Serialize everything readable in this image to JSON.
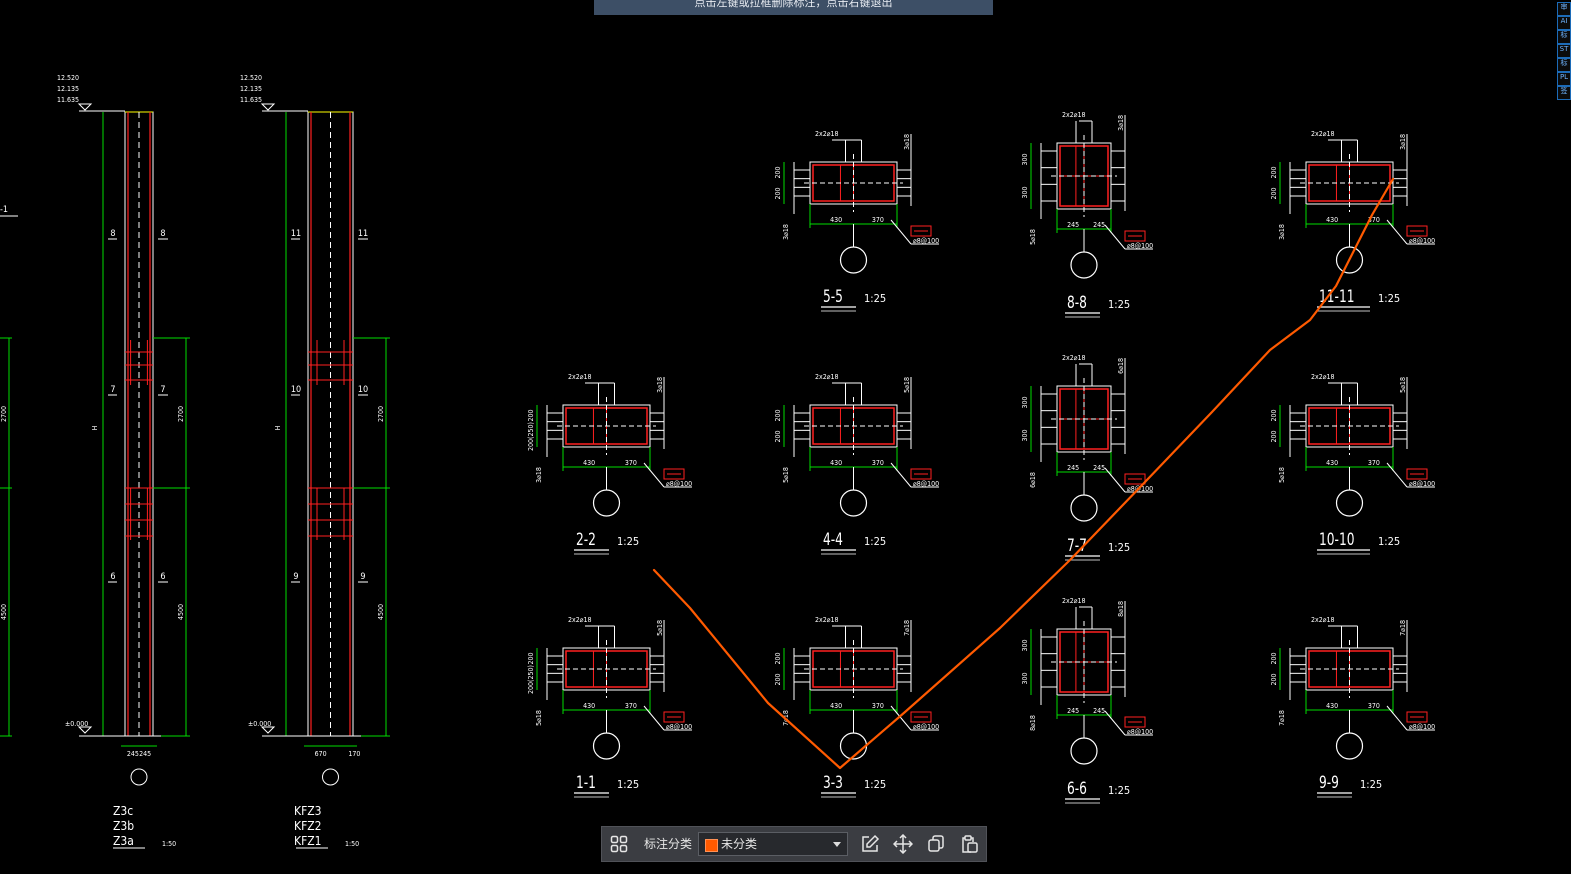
{
  "hint": "点击左键或拉框删除标注，点击右键退出",
  "colors": {
    "background": "#000000",
    "concrete": "#ffffff",
    "rebar": "#ff2020",
    "stirrup": "#cc0000",
    "dimension": "#00dd00",
    "annotation_stroke": "#ff5a00"
  },
  "right_panel": {
    "tabs": [
      "审",
      "AI",
      "标",
      "ST",
      "标",
      "PL",
      "签"
    ]
  },
  "elevations": {
    "top": [
      "12.520",
      "12.135",
      "11.635"
    ],
    "base": "±0.000"
  },
  "columns": [
    {
      "marks": [
        "8",
        "7",
        "6"
      ],
      "segment_dims": [
        "2700",
        "4500"
      ],
      "height_label": "H",
      "bottom_dims": [
        "245",
        "245"
      ],
      "names": [
        "Z3c",
        "Z3b",
        "Z3a"
      ],
      "scale": "1:50"
    },
    {
      "marks": [
        "11",
        "10",
        "9"
      ],
      "segment_dims": [
        "2700",
        "4500"
      ],
      "height_label": "H",
      "bottom_dims": [
        "670",
        "170"
      ],
      "names": [
        "KFZ3",
        "KFZ2",
        "KFZ1"
      ],
      "scale": "1:50"
    }
  ],
  "sections": [
    {
      "id": "5-5",
      "scale": "1:25",
      "top_bar": "2x2⌀18",
      "side_bar": "3⌀18",
      "left_dims": [
        "200",
        "200"
      ],
      "bottom_dims": [
        "430",
        "370"
      ],
      "stirrup": "⌀8@100",
      "left_note": "3⌀18"
    },
    {
      "id": "8-8",
      "scale": "1:25",
      "top_bar": "2x2⌀18",
      "side_bar": "3⌀18",
      "left_dims": [
        "300",
        "300"
      ],
      "bottom_dims": [
        "245",
        "245"
      ],
      "stirrup": "⌀8@100",
      "left_note": "5⌀18"
    },
    {
      "id": "11-11",
      "scale": "1:25",
      "top_bar": "2x2⌀18",
      "side_bar": "3⌀18",
      "left_dims": [
        "200",
        "200"
      ],
      "bottom_dims": [
        "430",
        "370"
      ],
      "stirrup": "⌀8@100",
      "left_note": "3⌀18"
    },
    {
      "id": "2-2",
      "scale": "1:25",
      "top_bar": "2x2⌀18",
      "side_bar": "3⌀18",
      "left_dims": [
        "200",
        "200(250)"
      ],
      "bottom_dims": [
        "430",
        "370"
      ],
      "stirrup": "⌀8@100",
      "left_note": "3⌀18"
    },
    {
      "id": "4-4",
      "scale": "1:25",
      "top_bar": "2x2⌀18",
      "side_bar": "5⌀18",
      "left_dims": [
        "200",
        "200"
      ],
      "bottom_dims": [
        "430",
        "370"
      ],
      "stirrup": "⌀8@100",
      "left_note": "5⌀18"
    },
    {
      "id": "7-7",
      "scale": "1:25",
      "top_bar": "2x2⌀18",
      "side_bar": "6⌀18",
      "left_dims": [
        "300",
        "300"
      ],
      "bottom_dims": [
        "245",
        "245"
      ],
      "stirrup": "⌀8@100",
      "left_note": "6⌀18"
    },
    {
      "id": "10-10",
      "scale": "1:25",
      "top_bar": "2x2⌀18",
      "side_bar": "5⌀18",
      "left_dims": [
        "200",
        "200"
      ],
      "bottom_dims": [
        "430",
        "370"
      ],
      "stirrup": "⌀8@100",
      "left_note": "5⌀18"
    },
    {
      "id": "1-1",
      "scale": "1:25",
      "top_bar": "2x2⌀18",
      "side_bar": "5⌀18",
      "left_dims": [
        "200",
        "200(250)"
      ],
      "bottom_dims": [
        "430",
        "370"
      ],
      "stirrup": "⌀8@100",
      "left_note": "5⌀18"
    },
    {
      "id": "3-3",
      "scale": "1:25",
      "top_bar": "2x2⌀18",
      "side_bar": "7⌀18",
      "left_dims": [
        "200",
        "200"
      ],
      "bottom_dims": [
        "430",
        "370"
      ],
      "stirrup": "⌀8@100",
      "left_note": "7⌀18"
    },
    {
      "id": "6-6",
      "scale": "1:25",
      "top_bar": "2x2⌀18",
      "side_bar": "8⌀18",
      "left_dims": [
        "300",
        "300"
      ],
      "bottom_dims": [
        "245",
        "245"
      ],
      "stirrup": "⌀8@100",
      "left_note": "8⌀18"
    },
    {
      "id": "9-9",
      "scale": "1:25",
      "top_bar": "2x2⌀18",
      "side_bar": "7⌀18",
      "left_dims": [
        "200",
        "200"
      ],
      "bottom_dims": [
        "430",
        "370"
      ],
      "stirrup": "⌀8@100",
      "left_note": "7⌀18"
    }
  ],
  "edge_labels": {
    "top": "-1",
    "dims": [
      "2700",
      "4500"
    ]
  },
  "toolbar": {
    "grid_icon": "grid-icon",
    "category_label": "标注分类",
    "category_value": "未分类",
    "category_color": "#ff5a00",
    "actions": [
      "edit-icon",
      "move-icon",
      "copy-icon",
      "paste-icon"
    ]
  }
}
